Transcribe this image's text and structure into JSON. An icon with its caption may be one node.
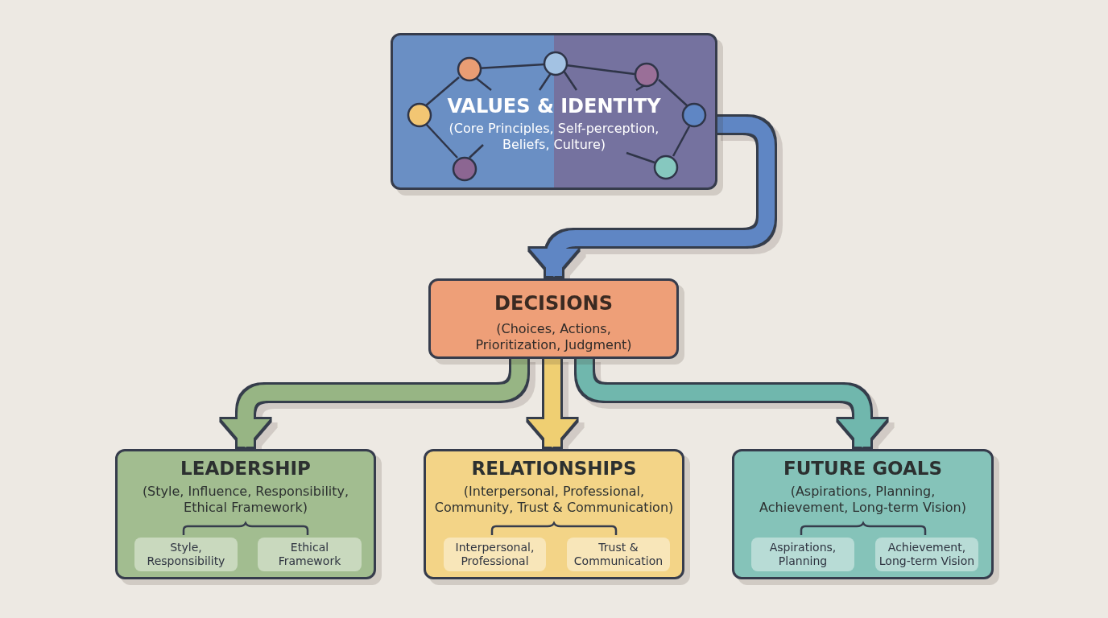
{
  "diagram": {
    "nodes": [
      {
        "text": [
          "VALUES & IDENTITY",
          "(Core Principles, Self-perception, Beliefs, Culture)"
        ]
      },
      {
        "text": [
          "DECISIONS",
          "(Choices, Actions, Prioritization, Judgment)"
        ]
      },
      {
        "text": [
          "LEADERSHIP",
          "(Style, Influence, Responsibility, Ethical Framework)"
        ]
      },
      {
        "text": [
          "Style, Responsibility"
        ],
        "in": 2
      },
      {
        "text": [
          "Ethical Framework"
        ],
        "in": 2
      },
      {
        "text": [
          "RELATIONSHIPS",
          "(Interpersonal, Professional, Community, Trust & Communication)"
        ]
      },
      {
        "text": [
          "Interpersonal, Professional"
        ],
        "in": 5
      },
      {
        "text": [
          "Trust & Communication"
        ],
        "in": 5
      },
      {
        "text": [
          "FUTURE GOALS",
          "(Aspirations, Planning, Achievement, Long-term Vision)"
        ]
      },
      {
        "text": [
          "Aspirations, Planning"
        ],
        "in": 8
      },
      {
        "text": [
          "Achievement, Long-term Vision"
        ],
        "in": 8
      }
    ],
    "edges": [
      {
        "from": 0,
        "to": 1,
        "arrow": "to",
        "color": "#5f86c4"
      },
      {
        "from": 1,
        "to": 2,
        "arrow": "to",
        "color": "#97b584"
      },
      {
        "from": 1,
        "to": 5,
        "arrow": "to",
        "color": "#efcf72"
      },
      {
        "from": 1,
        "to": 8,
        "arrow": "to",
        "color": "#6fb7ad"
      }
    ]
  }
}
